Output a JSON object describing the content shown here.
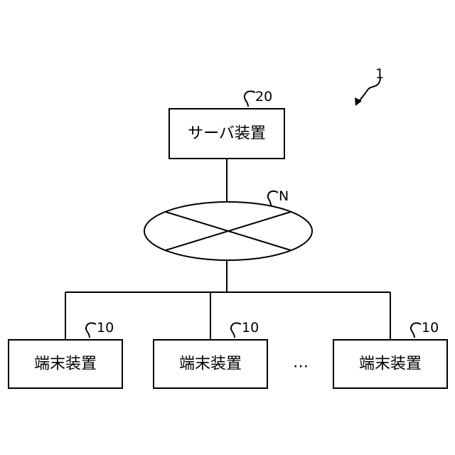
{
  "system_ref": "1",
  "server": {
    "label": "サーバ装置",
    "ref": "20"
  },
  "network": {
    "ref": "N"
  },
  "terminals": [
    {
      "label": "端末装置",
      "ref": "10"
    },
    {
      "label": "端末装置",
      "ref": "10"
    },
    {
      "label": "端末装置",
      "ref": "10"
    }
  ],
  "ellipsis": "…"
}
